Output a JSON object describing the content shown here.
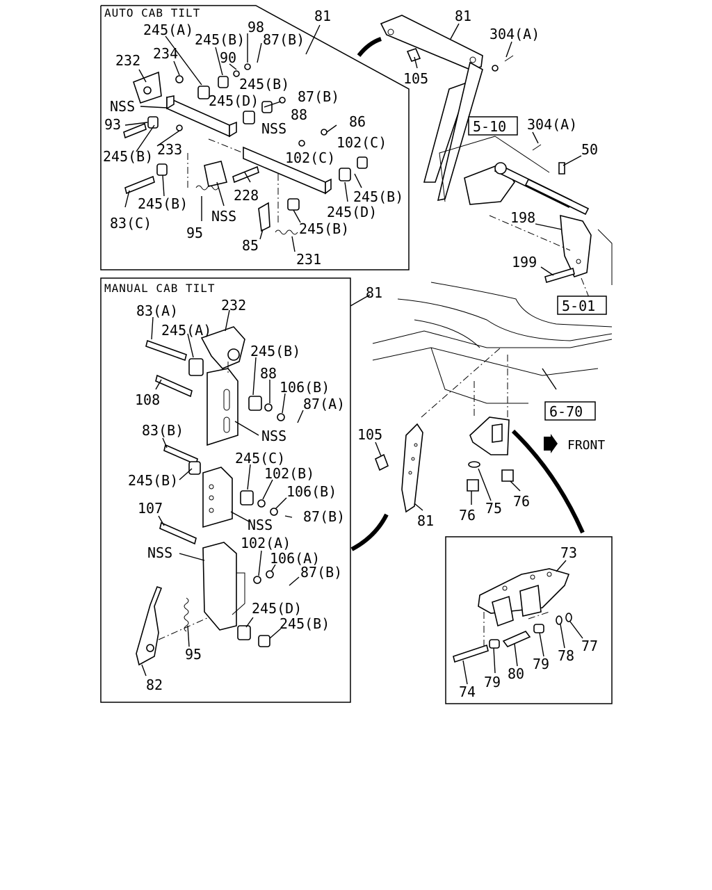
{
  "panels": {
    "auto_cab_tilt": "AUTO CAB TILT",
    "manual_cab_tilt": "MANUAL CAB TILT"
  },
  "ref_boxes": [
    "5-10",
    "5-01",
    "6-70"
  ],
  "front_label": "FRONT",
  "callouts": {
    "auto": [
      "245(A)",
      "245(B)",
      "98",
      "87(B)",
      "232",
      "234",
      "90",
      "245(B)",
      "87(B)",
      "NSS",
      "245(D)",
      "88",
      "93",
      "NSS",
      "86",
      "245(B)",
      "233",
      "102(C)",
      "102(C)",
      "245(B)",
      "228",
      "245(B)",
      "245(D)",
      "NSS",
      "83(C)",
      "245(B)",
      "95",
      "85",
      "231",
      "81"
    ],
    "manual": [
      "83(A)",
      "232",
      "245(A)",
      "245(B)",
      "88",
      "108",
      "106(B)",
      "87(A)",
      "83(B)",
      "NSS",
      "245(C)",
      "245(B)",
      "102(B)",
      "106(B)",
      "107",
      "87(B)",
      "NSS",
      "NSS",
      "102(A)",
      "106(A)",
      "87(B)",
      "245(D)",
      "245(B)",
      "95",
      "82",
      "81"
    ],
    "right": [
      "81",
      "304(A)",
      "105",
      "304(A)",
      "50",
      "198",
      "199",
      "105",
      "76",
      "75",
      "76",
      "81"
    ],
    "detail": [
      "73",
      "77",
      "78",
      "79",
      "80",
      "79",
      "74"
    ]
  }
}
